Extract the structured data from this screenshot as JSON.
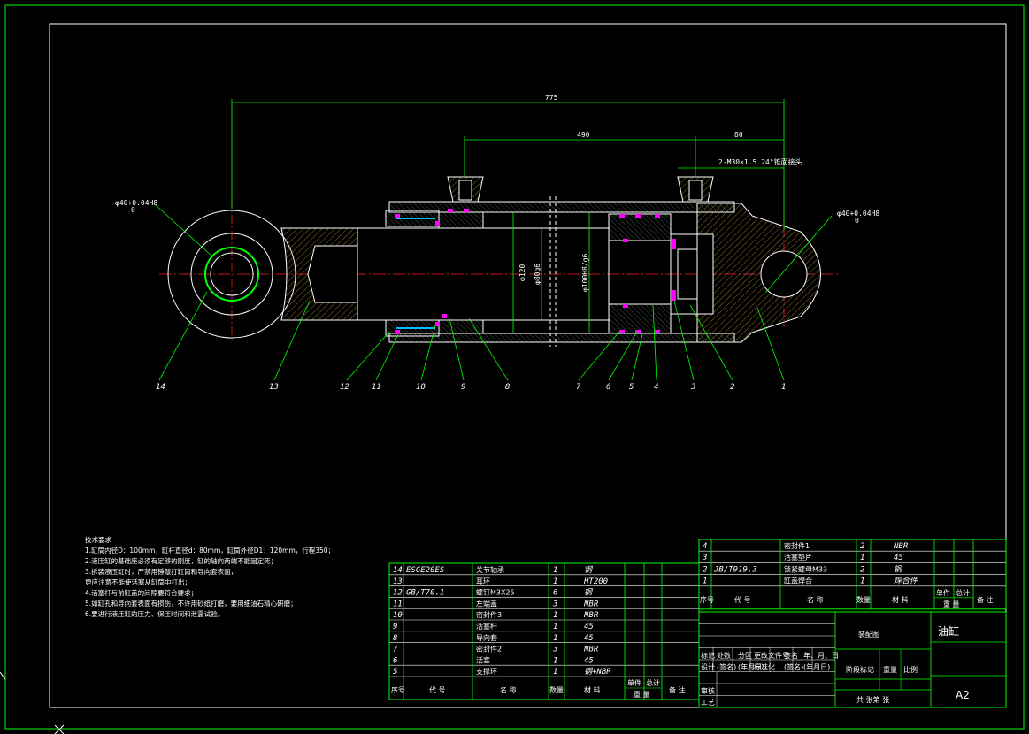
{
  "dimensions": {
    "overall": "775",
    "mid": "490",
    "right": "80",
    "thread": "2-M30×1.5 24°锥面接头",
    "pin_left": "φ40+0.04H8",
    "pin_left_zero": "0",
    "pin_right": "φ40+0.04H8",
    "pin_right_zero": "0",
    "bore_outer": "φ120",
    "rod": "φ80g6",
    "bore_inner": "φ100H8/g6"
  },
  "balloons": [
    "14",
    "13",
    "12",
    "11",
    "10",
    "9",
    "8",
    "7",
    "6",
    "5",
    "4",
    "3",
    "2",
    "1"
  ],
  "tech_title": "技术要求",
  "tech_lines": [
    "1.缸筒内径D：100mm，缸杆直径d：80mm，缸筒外径D1：120mm，行程350；",
    "2.液压缸的基础座必须有足够的刚度，缸的轴向两端不能固定死；",
    "3.拆装液压缸时，严禁用锤敲打缸筒和导向套表面，",
    "  更应注意不能使活塞从缸筒中打出；",
    "4.活塞杆与前缸盖的间隙要符合要求；",
    "5.如缸孔和导向套表面有损伤，不许用砂纸打磨，要用细油石精心研磨；",
    "6.要进行液压缸的压力、保压时间和泄露试验。"
  ],
  "bom_left": [
    {
      "no": "14",
      "code": "ESGE20ES",
      "name": "关节轴承",
      "qty": "1",
      "mat": "钢"
    },
    {
      "no": "13",
      "code": "",
      "name": "耳环",
      "qty": "1",
      "mat": "HT200"
    },
    {
      "no": "12",
      "code": "GB/T70.1",
      "name": "螺钉M3X25",
      "qty": "6",
      "mat": "钢"
    },
    {
      "no": "11",
      "code": "",
      "name": "左端盖",
      "qty": "3",
      "mat": "NBR"
    },
    {
      "no": "10",
      "code": "",
      "name": "密封件3",
      "qty": "1",
      "mat": "NBR"
    },
    {
      "no": "9",
      "code": "",
      "name": "活塞杆",
      "qty": "1",
      "mat": "45"
    },
    {
      "no": "8",
      "code": "",
      "name": "导向套",
      "qty": "1",
      "mat": "45"
    },
    {
      "no": "7",
      "code": "",
      "name": "密封件2",
      "qty": "3",
      "mat": "NBR"
    },
    {
      "no": "6",
      "code": "",
      "name": "活塞",
      "qty": "1",
      "mat": "45"
    },
    {
      "no": "5",
      "code": "",
      "name": "支撑环",
      "qty": "1",
      "mat": "钢+NBR"
    }
  ],
  "bom_right": [
    {
      "no": "4",
      "code": "",
      "name": "密封件1",
      "qty": "2",
      "mat": "NBR"
    },
    {
      "no": "3",
      "code": "",
      "name": "活塞垫片",
      "qty": "1",
      "mat": "45"
    },
    {
      "no": "2",
      "code": "JB/T919.3",
      "name": "锁紧螺母M33",
      "qty": "2",
      "mat": "钢"
    },
    {
      "no": "1",
      "code": "",
      "name": "缸盖焊合",
      "qty": "1",
      "mat": "焊合件"
    }
  ],
  "bom_header": {
    "no": "序号",
    "code": "代 号",
    "name": "名 称",
    "qty": "数量",
    "mat": "材 料",
    "unit": "单件",
    "total": "总计",
    "weight": "重 量",
    "remark": "备 注"
  },
  "title_block": {
    "drawing_type": "装配图",
    "part_name": "油缸",
    "row1": [
      "标记",
      "处数",
      "分区",
      "更改文件号",
      "签名",
      "年、月、日"
    ],
    "row2": [
      "设计",
      "(签名)",
      "(年月日)",
      "标准化",
      "(签名)",
      "(年月日)"
    ],
    "stage": "阶段标记",
    "weight": "重量",
    "scale": "比例",
    "review": "审核",
    "process": "工艺",
    "sheets": "共  张第  张",
    "size": "A2"
  },
  "colors": {
    "border": "#00ff00",
    "line": "#00ff00",
    "part": "#ffffff",
    "hatch": "#c8a040",
    "seal": "#ff00ff",
    "center": "#ff2020",
    "bolt": "#00c0ff"
  }
}
